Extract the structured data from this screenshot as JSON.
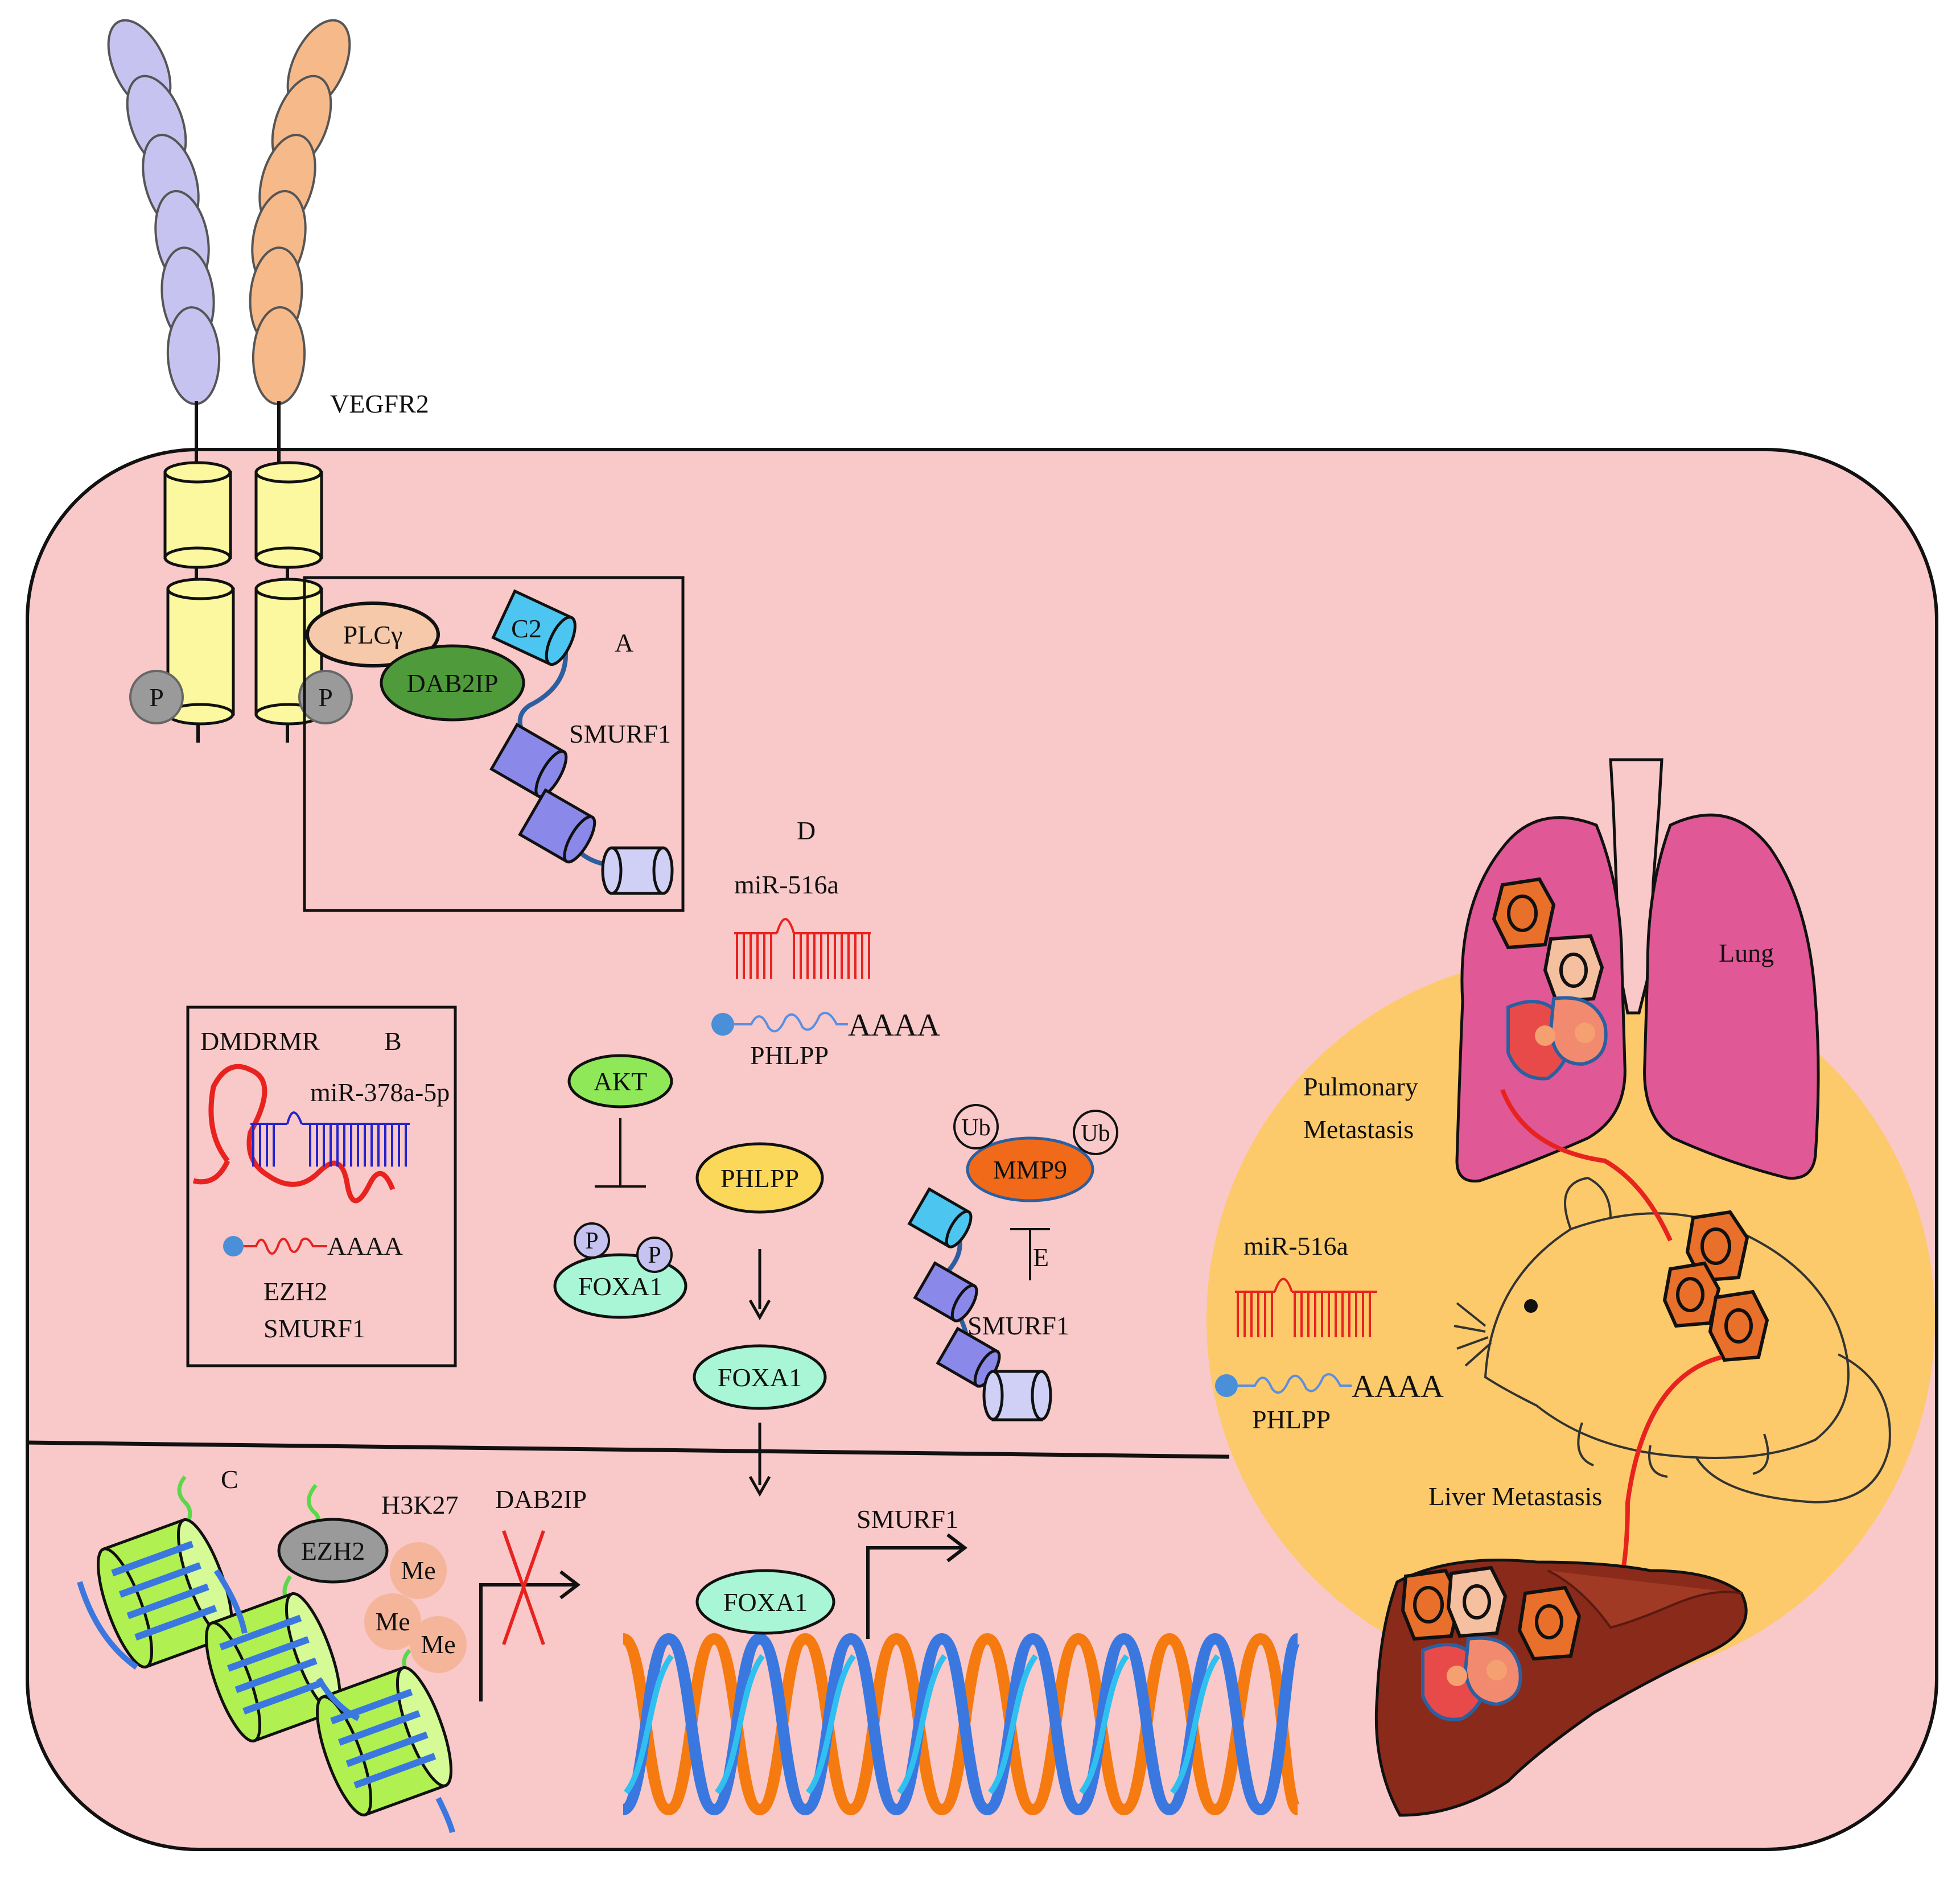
{
  "labels": {
    "receptor": "VEGFR2",
    "phospho": "P",
    "plcg": "PLCγ",
    "dab2ip": "DAB2IP",
    "c2": "C2",
    "panel_a": "A",
    "smurf1_a": "SMURF1",
    "panel_b": "B",
    "dmdrmr": "DMDRMR",
    "mir378": "miR-378a-5p",
    "aaaa_b": "AAAA",
    "ezh2_b": "EZH2",
    "smurf1_b": "SMURF1",
    "panel_c": "C",
    "ezh2_c": "EZH2",
    "h3k27": "H3K27",
    "me": "Me",
    "dab2ip_c": "DAB2IP",
    "panel_d": "D",
    "mir516a": "miR-516a",
    "aaaa_d": "AAAA",
    "phlpp_mrna": "PHLPP",
    "akt": "AKT",
    "phlpp": "PHLPP",
    "foxa1": "FOXA1",
    "mmp9": "MMP9",
    "ub": "Ub",
    "panel_e": "E",
    "smurf1_e": "SMURF1",
    "smurf1_gene": "SMURF1",
    "lung": "Lung",
    "pulmonary_1": "Pulmonary",
    "pulmonary_2": "Metastasis",
    "mir516a_right": "miR-516a",
    "aaaa_right": "AAAA",
    "phlpp_right": "PHLPP",
    "liver_metastasis": "Liver Metastasis"
  },
  "colors": {
    "cell_fill": "#f9c8c8",
    "metastasis_circle": "#fcca6a",
    "receptor_left": "#c6c3f0",
    "receptor_right": "#f6b98a",
    "transmembrane": "#fcf8a0",
    "phospho": "#9a9a9a",
    "plcg": "#f5c9a9",
    "dab2ip": "#4f9a3a",
    "c2": "#4cc6f0",
    "smurf1_domain": "#8a88e8",
    "hect": "#d0d0f6",
    "mirna_red": "#e8231f",
    "mirna_blue": "#2424cc",
    "mrna_blue": "#5a8ee0",
    "cap": "#4a8fd8",
    "akt": "#8fe858",
    "phlpp": "#fcd85a",
    "foxa1": "#a8f6d6",
    "mmp9": "#f06a1a",
    "ezh2": "#9a9a9a",
    "methyl": "#f5b59a",
    "nucleosome": "#b0f050",
    "dna_orange": "#f57a10",
    "dna_blue": "#3a78e0",
    "dna_cyan": "#30c0f0",
    "lung": "#e05896",
    "liver": "#8a2a1a",
    "tumor_cell": "#e8702a"
  }
}
